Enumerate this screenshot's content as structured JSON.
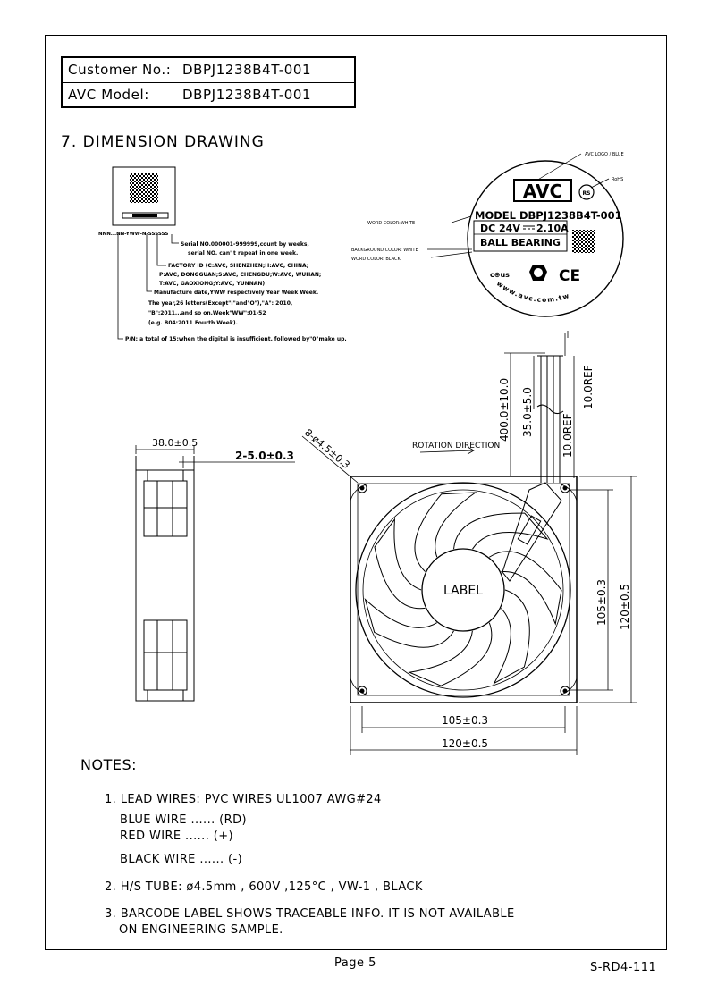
{
  "header": {
    "customer_label": "Customer No.:",
    "customer_value": "DBPJ1238B4T-001",
    "model_label": "AVC Model:",
    "model_value": "DBPJ1238B4T-001"
  },
  "section_title": "7. DIMENSION DRAWING",
  "label_legend": {
    "code": "NNN...NN-YWW-N-SSSSSS",
    "serial_1": "Serial NO.000001-999999,count by weeks,",
    "serial_2": "serial NO. can' t repeat in one week.",
    "factory_1": "FACTORY ID (C:AVC, SHENZHEN;H:AVC, CHINA;",
    "factory_2": "P:AVC, DONGGUAN;S:AVC, CHENGDU;W:AVC, WUHAN;",
    "factory_3": "T:AVC, GAOXIONG;Y:AVC, YUNNAN)",
    "mfg_1": "Manufacture date,YWW respectively Year Week Week.",
    "mfg_2": "The year,26 letters(Except\"I\"and\"O\"),\"A\": 2010,",
    "mfg_3": "\"B\":2011...and so on.Week\"WW\":01-52",
    "mfg_4": "(e.g. B04:2011 Fourth Week).",
    "pn": "P/N: a total of 15;when the digital is insufficient, followed by\"0\"make up."
  },
  "fan_label": {
    "logo": "AVC",
    "rohs_mark": "RoHS",
    "model_line": "MODEL DBPJ1238B4T-001",
    "dc_line": "DC 24V",
    "current": "2.10A",
    "bearing": "BALL BEARING",
    "url": "www.avc.com.tw",
    "callout_logo": "AVC LOGO / BLUE",
    "callout_rohs": "RoHS",
    "callout_word_white": "WORD COLOR:WHITE",
    "callout_bg": "BACKGROUND COLOR: WHITE",
    "callout_word_black": "WORD COLOR: BLACK"
  },
  "dimensions": {
    "depth": "38.0±0.5",
    "rib": "2-5.0±0.3",
    "hole": "8-ø4.5±0.3",
    "rotation": "ROTATION DIRECTION",
    "wire_len": "400.0±10.0",
    "strip_len": "35.0±5.0",
    "ref1": "10.0REF",
    "ref2": "10.0REF",
    "hole_pitch_v": "105±0.3",
    "size_v": "120±0.5",
    "hole_pitch_h": "105±0.3",
    "size_h": "120±0.5",
    "hub_label": "LABEL"
  },
  "notes": {
    "title": "NOTES:",
    "n1": "1. LEAD WIRES: PVC WIRES UL1007 AWG#24",
    "blue": "BLUE WIRE ...... (RD)",
    "red": "RED WIRE ...... (+)",
    "black": "BLACK WIRE ...... (-)",
    "n2": "2. H/S TUBE: ø4.5mm , 600V ,125°C , VW-1 , BLACK",
    "n3a": "3. BARCODE LABEL SHOWS TRACEABLE INFO. IT IS NOT AVAILABLE",
    "n3b": "ON ENGINEERING SAMPLE."
  },
  "footer": {
    "page": "Page 5",
    "doc": "S-RD4-111"
  }
}
